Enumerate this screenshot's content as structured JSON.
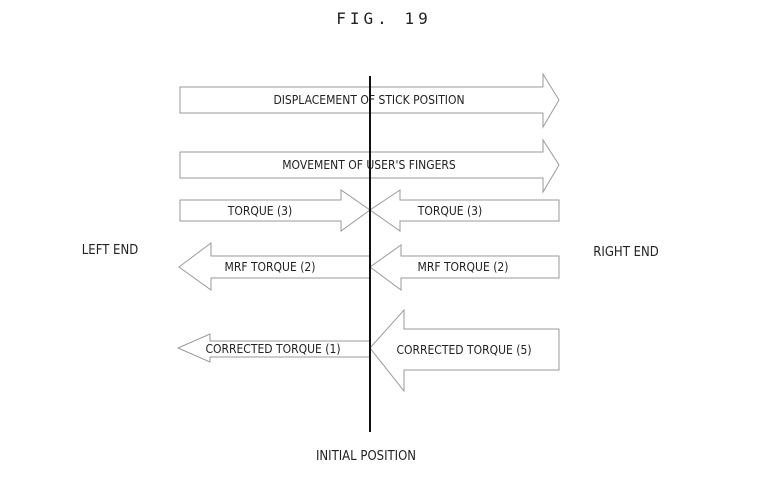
{
  "figure": {
    "title": "FIG. 19",
    "left_label": "LEFT END",
    "right_label": "RIGHT END",
    "axis_label": "INITIAL POSITION"
  },
  "arrows": [
    {
      "id": "displacement",
      "label": "DISPLACEMENT OF STICK POSITION",
      "direction": "right",
      "side": "both"
    },
    {
      "id": "finger-movement",
      "label": "MOVEMENT OF USER'S FINGERS",
      "direction": "right",
      "side": "both"
    },
    {
      "id": "torque-3-left",
      "label": "TORQUE (3)",
      "direction": "right",
      "side": "left"
    },
    {
      "id": "torque-3-right",
      "label": "TORQUE (3)",
      "direction": "left",
      "side": "right"
    },
    {
      "id": "mrf-torque-2-left",
      "label": "MRF TORQUE (2)",
      "direction": "left",
      "side": "left"
    },
    {
      "id": "mrf-torque-2-right",
      "label": "MRF TORQUE (2)",
      "direction": "left",
      "side": "right"
    },
    {
      "id": "corrected-torque-1",
      "label": "CORRECTED TORQUE (1)",
      "direction": "left",
      "side": "left"
    },
    {
      "id": "corrected-torque-5",
      "label": "CORRECTED TORQUE (5)",
      "direction": "left",
      "side": "right"
    }
  ]
}
